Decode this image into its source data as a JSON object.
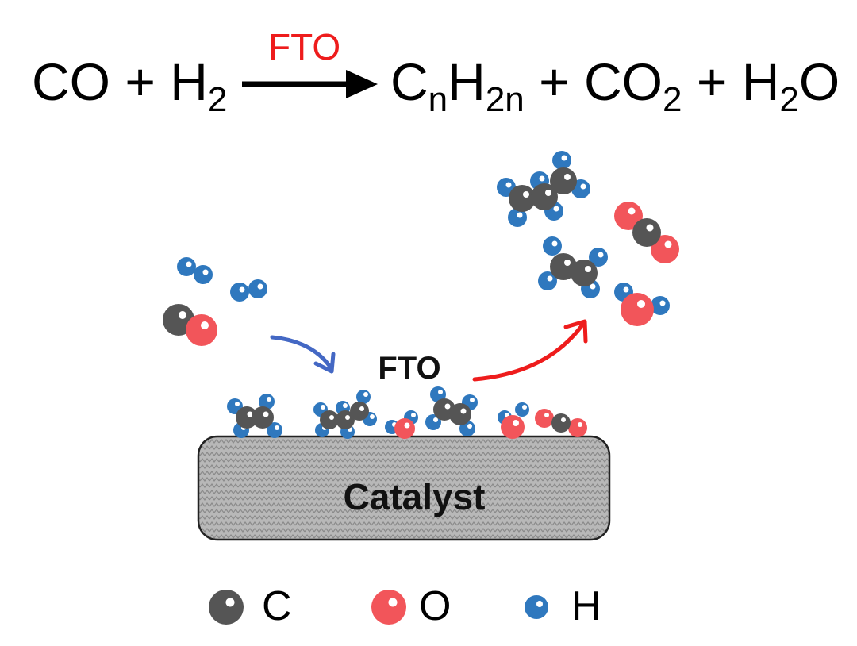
{
  "equation": {
    "reactants": [
      "CO",
      "H2"
    ],
    "condition": "FTO",
    "products": [
      "CnH2n",
      "CO2",
      "H2O"
    ]
  },
  "diagram": {
    "process_label": "FTO",
    "surface_label": "Catalyst"
  },
  "legend": [
    {
      "symbol": "C",
      "color": "#555555"
    },
    {
      "symbol": "O",
      "color": "#f2555a"
    },
    {
      "symbol": "H",
      "color": "#2f78be"
    }
  ],
  "colors": {
    "carbon": "#555555",
    "oxygen": "#f2555a",
    "hydrogen": "#2f78be",
    "condition_text": "#ee1c1c",
    "inflow_arrow": "#4468c4",
    "outflow_arrow": "#ee1c1c",
    "catalyst_fill": "#b8b8b8"
  }
}
